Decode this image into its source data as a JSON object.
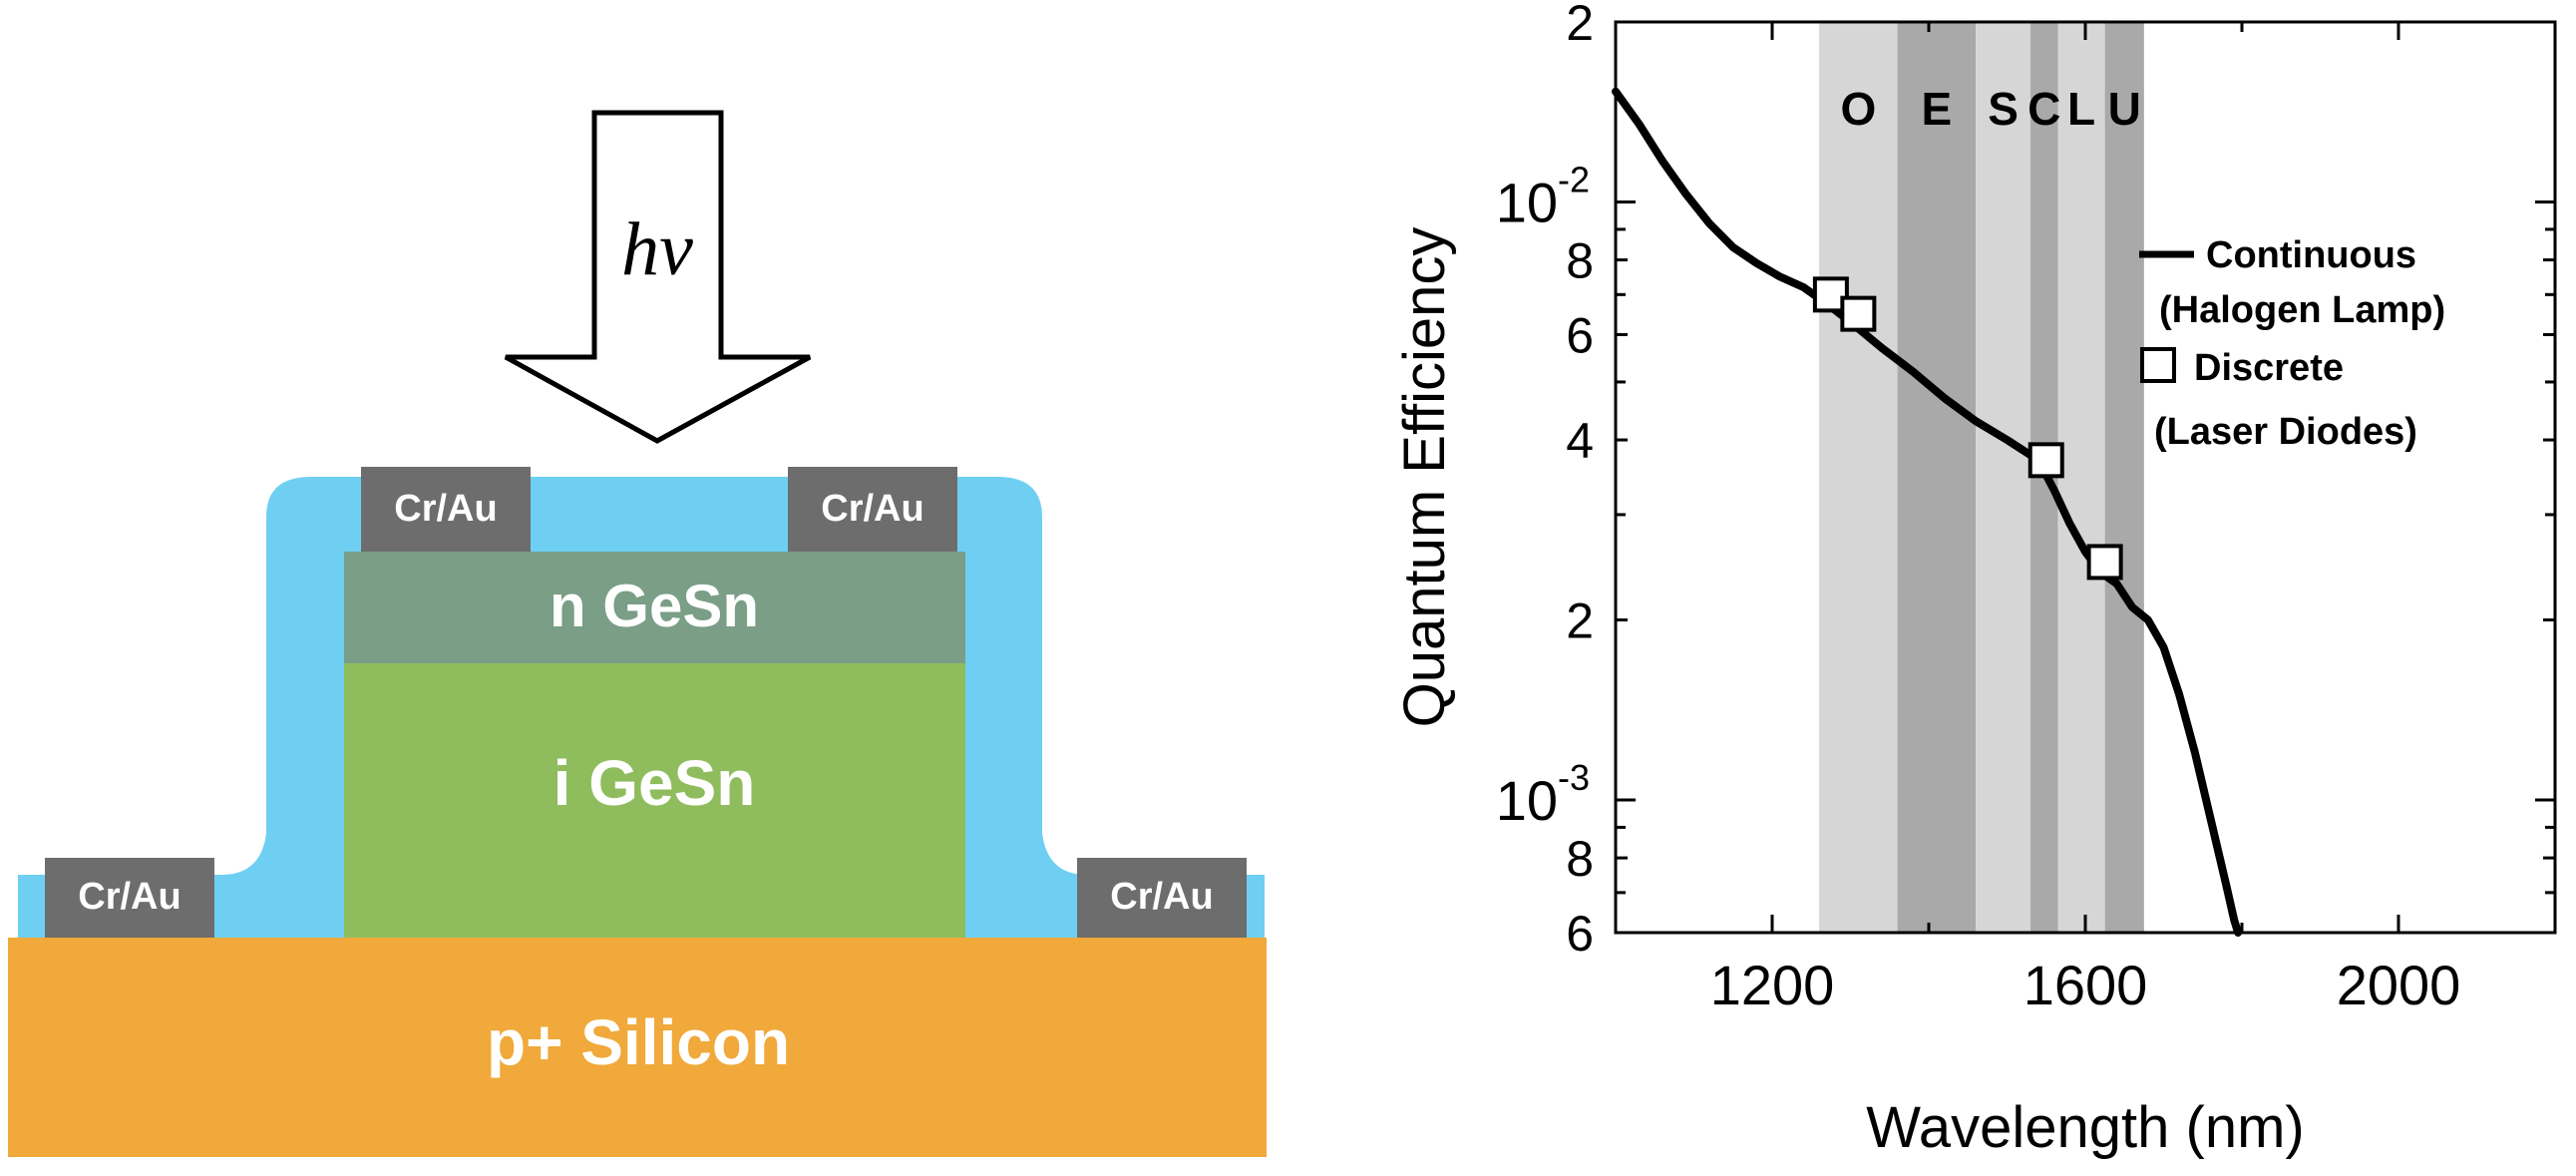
{
  "device": {
    "light_label": "hν",
    "layers": {
      "substrate": "p+ Silicon",
      "intrinsic": "i GeSn",
      "n_layer": "n GeSn",
      "contact": "Cr/Au"
    },
    "colors": {
      "substrate": "#f0a93a",
      "intrinsic": "#8fbd5e",
      "n_layer": "#7a9e86",
      "passivation": "#6fcff3",
      "contact": "#6d6d6d"
    }
  },
  "chart_data": {
    "type": "line",
    "title": "",
    "xlabel": "Wavelength (nm)",
    "ylabel": "Quantum Efficiency",
    "x_scale": "linear",
    "y_scale": "log",
    "xlim": [
      1000,
      2200
    ],
    "ylim": [
      0.0006,
      0.02
    ],
    "x_ticks": [
      1200,
      1600,
      2000
    ],
    "y_ticks": [
      {
        "value": 0.02,
        "label": "2"
      },
      {
        "value": 0.01,
        "label": "10^-2"
      },
      {
        "value": 0.008,
        "label": "8"
      },
      {
        "value": 0.006,
        "label": "6"
      },
      {
        "value": 0.004,
        "label": "4"
      },
      {
        "value": 0.002,
        "label": "2"
      },
      {
        "value": 0.001,
        "label": "10^-3"
      },
      {
        "value": 0.0008,
        "label": "8"
      },
      {
        "value": 0.0006,
        "label": "6"
      }
    ],
    "bands": [
      {
        "name": "O",
        "range": [
          1260,
          1360
        ],
        "color": "#d6d6d6"
      },
      {
        "name": "E",
        "range": [
          1360,
          1460
        ],
        "color": "#a9a9a9"
      },
      {
        "name": "S",
        "range": [
          1460,
          1530
        ],
        "color": "#d6d6d6"
      },
      {
        "name": "C",
        "range": [
          1530,
          1565
        ],
        "color": "#a9a9a9"
      },
      {
        "name": "L",
        "range": [
          1565,
          1625
        ],
        "color": "#d6d6d6"
      },
      {
        "name": "U",
        "range": [
          1625,
          1675
        ],
        "color": "#a9a9a9"
      }
    ],
    "series": [
      {
        "name": "Continuous (Halogen Lamp)",
        "style": "line",
        "x": [
          1000,
          1030,
          1060,
          1090,
          1120,
          1150,
          1180,
          1210,
          1240,
          1260,
          1280,
          1300,
          1340,
          1380,
          1420,
          1460,
          1500,
          1540,
          1560,
          1580,
          1600,
          1620,
          1640,
          1660,
          1680,
          1700,
          1720,
          1740,
          1760,
          1780,
          1790,
          1795
        ],
        "values": [
          0.0153,
          0.0135,
          0.0117,
          0.0103,
          0.0092,
          0.0084,
          0.0079,
          0.0075,
          0.0072,
          0.0069,
          0.0066,
          0.0063,
          0.0057,
          0.0052,
          0.0047,
          0.0043,
          0.004,
          0.0037,
          0.0033,
          0.0029,
          0.0026,
          0.0024,
          0.0023,
          0.0021,
          0.002,
          0.0018,
          0.0015,
          0.0012,
          0.00093,
          0.00072,
          0.00063,
          0.0006
        ]
      },
      {
        "name": "Discrete (Laser Diodes)",
        "style": "markers",
        "x": [
          1275,
          1310,
          1550,
          1625
        ],
        "values": [
          0.007,
          0.0065,
          0.0037,
          0.0025
        ]
      }
    ],
    "legend": {
      "placement": "top-right",
      "entries": [
        {
          "label_line1": "Continuous",
          "label_line2": "(Halogen Lamp)"
        },
        {
          "label_line1": "Discrete",
          "label_line2": "(Laser Diodes)"
        }
      ]
    },
    "grid": false
  }
}
